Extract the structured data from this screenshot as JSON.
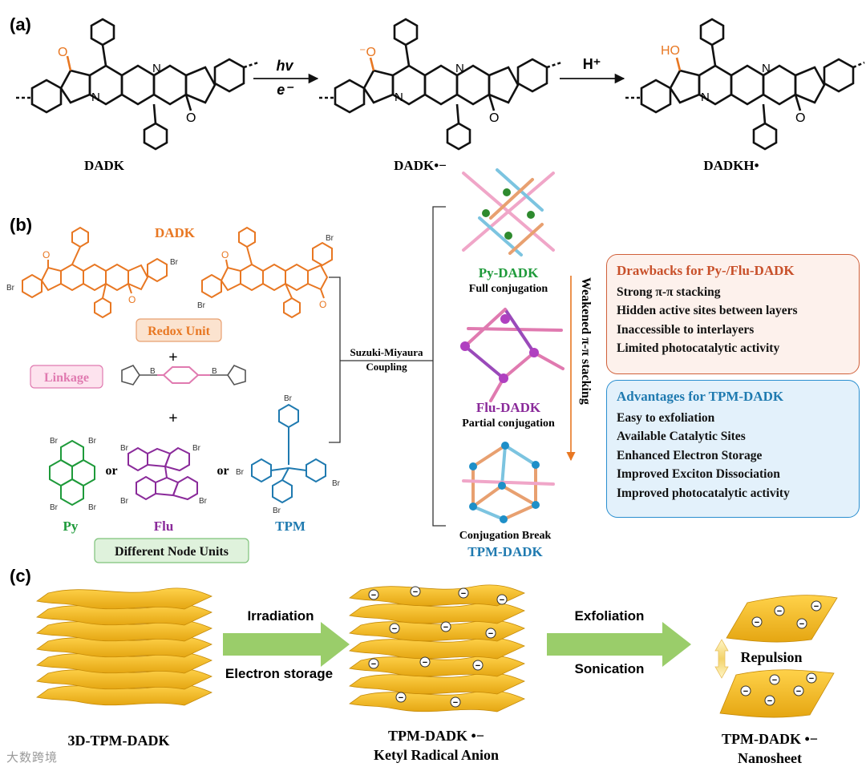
{
  "panel_a": {
    "label": "(a)",
    "names": [
      "DADK",
      "DADK•−",
      "DADKH•"
    ],
    "arrow1_top": "hv",
    "arrow1_bottom": "e⁻",
    "arrow2_top": "H⁺",
    "o_minus": "⁻O",
    "ho": "HO",
    "ring_N": "N",
    "ring_O": "O"
  },
  "panel_b": {
    "label": "(b)",
    "dadk": "DADK",
    "br": "Br",
    "boron": "B",
    "oxygen": "O",
    "redox_unit": "Redox Unit",
    "linkage": "Linkage",
    "plus": "+",
    "or": "or",
    "py": "Py",
    "flu": "Flu",
    "tpm": "TPM",
    "node_units": "Different Node Units",
    "coupling_line1": "Suzuki-Miyaura",
    "coupling_line2": "Coupling",
    "py_dadk": "Py-DADK",
    "py_desc": "Full conjugation",
    "flu_dadk": "Flu-DADK",
    "flu_desc": "Partial conjugation",
    "tpm_desc": "Conjugation Break",
    "tpm_dadk": "TPM-DADK",
    "weakened": "Weakened π-π stacking",
    "drawbacks": {
      "title": "Drawbacks for Py-/Flu-DADK",
      "items": [
        "Strong π-π stacking",
        "Hidden active sites between layers",
        "Inaccessible to interlayers",
        "Limited photocatalytic activity"
      ]
    },
    "advantages": {
      "title": "Advantages for TPM-DADK",
      "items": [
        "Easy to exfoliation",
        "Available Catalytic Sites",
        "Enhanced Electron Storage",
        "Improved Exciton Dissociation",
        "Improved photocatalytic activity"
      ]
    }
  },
  "panel_c": {
    "label": "(c)",
    "irradiation": "Irradiation",
    "electron_storage": "Electron storage",
    "exfoliation": "Exfoliation",
    "sonication": "Sonication",
    "repulsion": "Repulsion",
    "caption1": "3D-TPM-DADK",
    "caption2_line1": "TPM-DADK •−",
    "caption2_line2": "Ketyl Radical Anion",
    "caption3_line1": "TPM-DADK •−",
    "caption3_line2": "Nanosheet",
    "minus": "−"
  },
  "watermark": "大数跨境",
  "colors": {
    "orange": "#e87722",
    "green": "#1e9a3a",
    "purple": "#8a2a9a",
    "blue": "#1f7ab0",
    "pink": "#e07ab0",
    "drawback_border": "#d0603a",
    "drawback_fill": "#fdf1ec",
    "advantage_border": "#2a8fd0",
    "advantage_fill": "#e3f1fb",
    "arrow_green": "#9acd6a",
    "sheet_yellow": "#f2b91a"
  }
}
